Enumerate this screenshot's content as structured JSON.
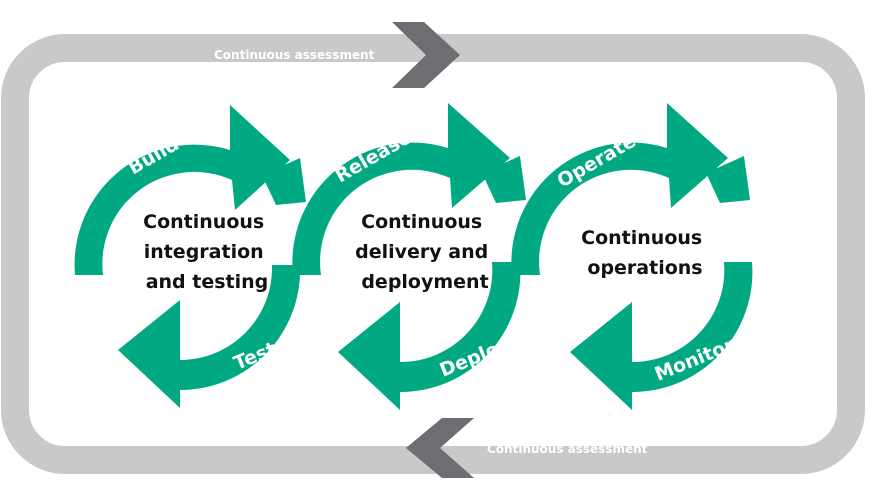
{
  "colors": {
    "frame": "#c9c9c9",
    "arrow_dark": "#6d6e71",
    "cycle": "#01a982",
    "label_text": "#ffffff",
    "center_text": "#111111"
  },
  "frame": {
    "top_label": "Continuous assessment",
    "bottom_label": "Continuous assessment"
  },
  "cycles": [
    {
      "id": "ci",
      "top_label": "Build",
      "bottom_label": "Test",
      "center_lines": [
        "Continuous",
        "integration",
        "and testing"
      ]
    },
    {
      "id": "cd",
      "top_label": "Release",
      "bottom_label": "Deploy",
      "center_lines": [
        "Continuous",
        "delivery and",
        "deployment"
      ]
    },
    {
      "id": "co",
      "top_label": "Operate",
      "bottom_label": "Monitor",
      "center_lines": [
        "Continuous",
        "operations"
      ]
    }
  ]
}
